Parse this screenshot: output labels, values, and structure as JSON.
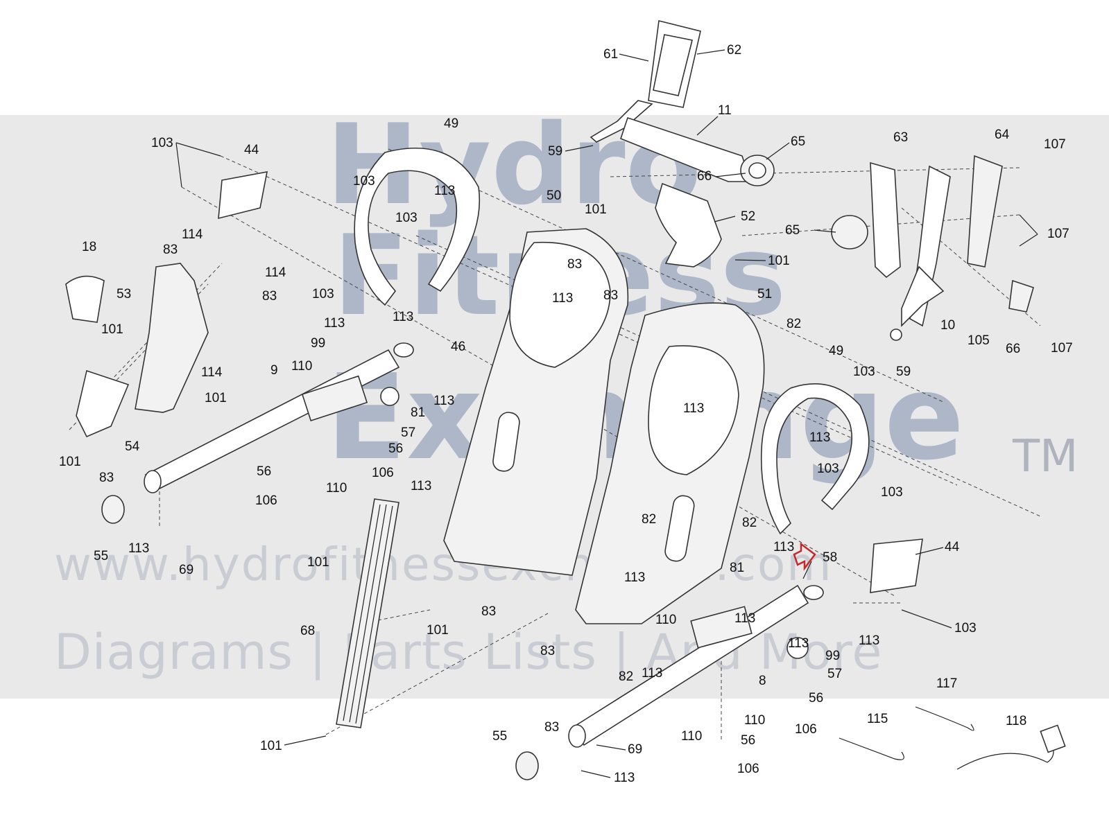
{
  "watermark": {
    "brand_line_1": "Hydro",
    "brand_line_2": "Fitness",
    "brand_line_3": "Exchange",
    "trademark": "TM",
    "url": "www.hydrofitnessexchange.com",
    "tagline": "Diagrams | Parts Lists | And More"
  },
  "callouts": {
    "c61": "61",
    "c62": "62",
    "c11": "11",
    "c59a": "59",
    "c65a": "65",
    "c66a": "66",
    "c49a": "49",
    "c103a": "103",
    "c44a": "44",
    "c103b": "103",
    "c113a": "113",
    "c103c": "103",
    "c103d": "103",
    "c113b": "113",
    "c50": "50",
    "c101a": "101",
    "c52": "52",
    "c101b": "101",
    "c63": "63",
    "c64": "64",
    "c107a": "107",
    "c65b": "65",
    "c107b": "107",
    "c18": "18",
    "c114a": "114",
    "c83a": "83",
    "c114b": "114",
    "c83b": "83",
    "c53": "53",
    "c83c": "83",
    "c113c": "113",
    "c83d": "83",
    "c51": "51",
    "c82a": "82",
    "c10": "10",
    "c105": "105",
    "c66b": "66",
    "c107c": "107",
    "c59b": "59",
    "c101c": "101",
    "c113d": "113",
    "c99a": "99",
    "c46": "46",
    "c9": "9",
    "c110a": "110",
    "c114c": "114",
    "c101d": "101",
    "c81a": "81",
    "c113e": "113",
    "c57a": "57",
    "c49b": "49",
    "c103e": "103",
    "c113f": "113",
    "c54": "54",
    "c101e": "101",
    "c56a": "56",
    "c56b": "56",
    "c106a": "106",
    "c110b": "110",
    "c113g": "113",
    "c113h": "113",
    "c103f": "103",
    "c103g": "103",
    "c83e": "83",
    "c106b": "106",
    "c82b": "82",
    "c82c": "82",
    "c55a": "55",
    "c113i": "113",
    "c69a": "69",
    "c113j": "113",
    "c58": "58",
    "c44b": "44",
    "c101f": "101",
    "c81b": "81",
    "c113k": "113",
    "c83f": "83",
    "c113l": "113",
    "c103h": "103",
    "c68": "68",
    "c101g": "101",
    "c110c": "110",
    "c113m": "113",
    "c83g": "83",
    "c113n": "113",
    "c99b": "99",
    "c82d": "82",
    "c113o": "113",
    "c57b": "57",
    "c8": "8",
    "c56c": "56",
    "c117": "117",
    "c110d": "110",
    "c106c": "106",
    "c115": "115",
    "c118": "118",
    "c101h": "101",
    "c55b": "55",
    "c83h": "83",
    "c69b": "69",
    "c110e": "110",
    "c56d": "56",
    "c106d": "106",
    "c113p": "113"
  },
  "colors": {
    "band": "#e9e9ea",
    "line": "#333333",
    "arrow": "#c62828"
  }
}
